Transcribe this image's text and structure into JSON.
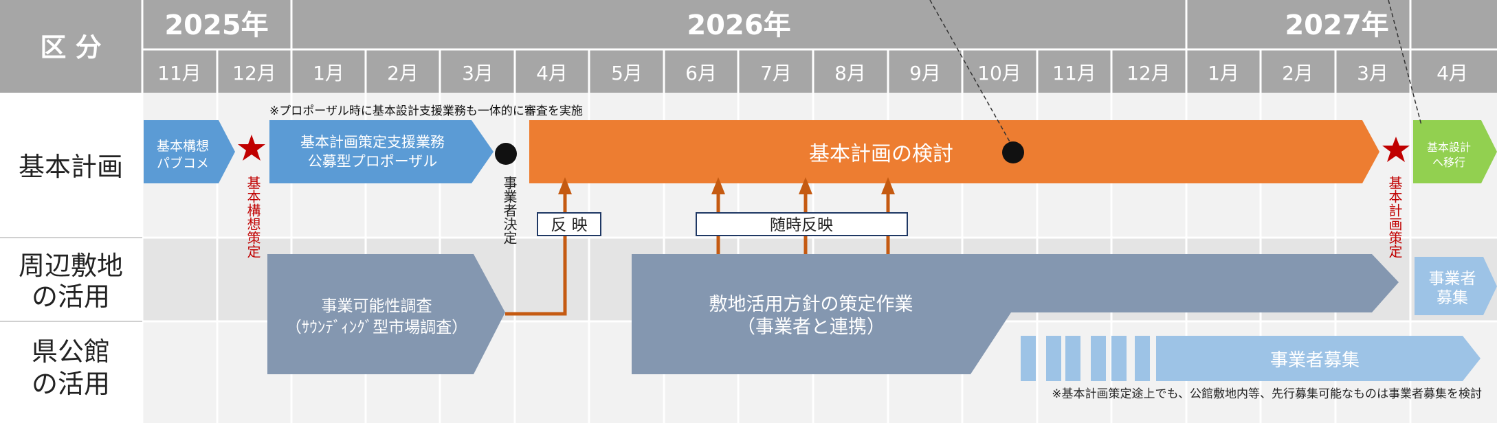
{
  "header": {
    "category_label": "区 分",
    "years": [
      "2025年",
      "2026年",
      "2027年"
    ],
    "months": [
      "11月",
      "12月",
      "1月",
      "2月",
      "3月",
      "4月",
      "5月",
      "6月",
      "7月",
      "8月",
      "9月",
      "10月",
      "11月",
      "12月",
      "1月",
      "2月",
      "3月",
      "4月"
    ]
  },
  "rows": {
    "kihon": "基本計画",
    "shuhen_1": "周辺敷地",
    "shuhen_2": "の活用",
    "kenkokan_1": "県公館",
    "kenkokan_2": "の活用"
  },
  "notes": {
    "proposal_note": "※プロポーザル時に基本設計支援業務も一体的に審査を実施",
    "bottom_note": "※基本計画策定途上でも、公館敷地内等、先行募集可能なものは事業者募集を検討"
  },
  "bars": {
    "kihon_koso_1": "基本構想",
    "kihon_koso_2": "パブコメ",
    "proposal_1": "基本計画策定支援業務",
    "proposal_2": "公募型プロポーザル",
    "kento": "基本計画の検討",
    "iko_1": "基本設計",
    "iko_2": "へ移行",
    "kanosei_1": "事業可能性調査",
    "kanosei_2": "（ｻｳﾝﾃﾞｨﾝｸﾞ型市場調査）",
    "houshin_1": "敷地活用方針の策定作業",
    "houshin_2": "（事業者と連携）",
    "boshu_right_1": "事業者",
    "boshu_right_2": "募集",
    "boshu": "事業者募集"
  },
  "milestones": {
    "koso_sakutei": "基本構想策定",
    "jigyosha_kettei": "事業者決定",
    "keikaku_sakutei": "基本計画策定"
  },
  "labels": {
    "hanei": "反 映",
    "zuiji_hanei": "随時反映"
  },
  "colors": {
    "header_bg": "#a6a6a6",
    "blue": "#5b9bd5",
    "orange": "#ed7d31",
    "green": "#92d050",
    "slate": "#8497b0",
    "light_blue": "#9dc3e6",
    "star_red": "#c00000",
    "arrow": "#c55a11"
  }
}
